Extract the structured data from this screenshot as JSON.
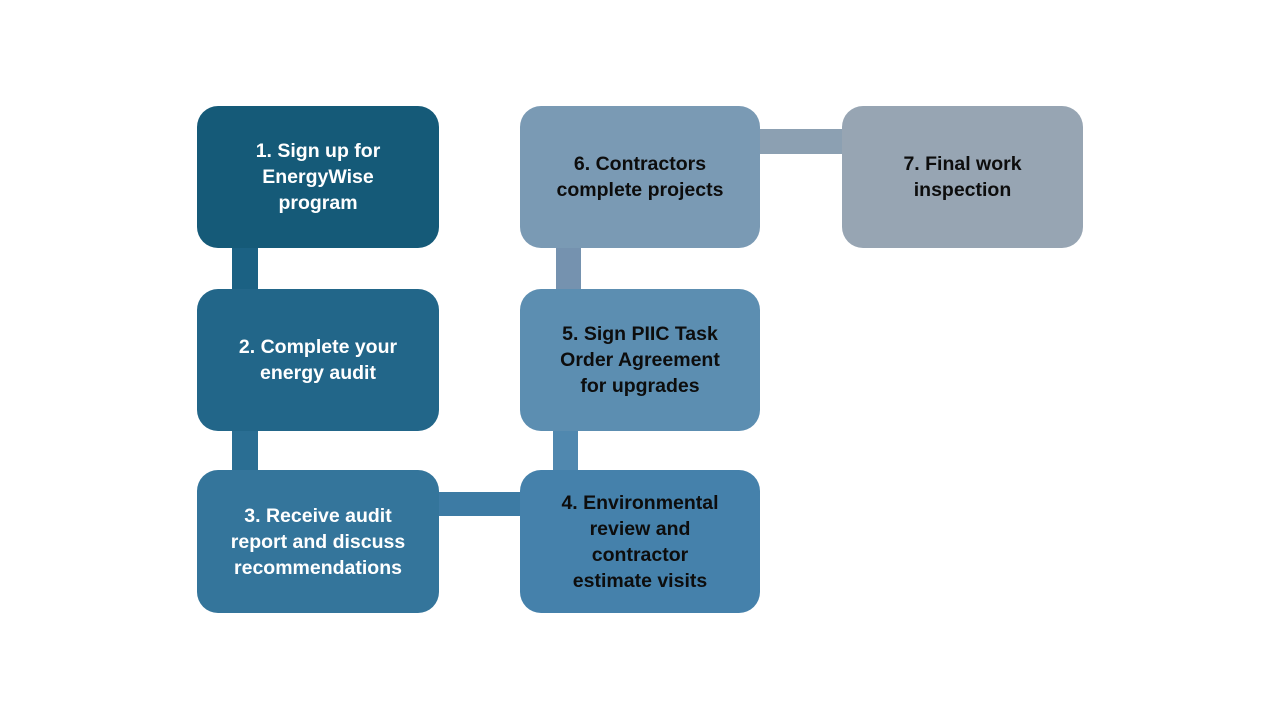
{
  "canvas": {
    "background": "#ffffff"
  },
  "diagram": {
    "type": "process-flow",
    "steps": [
      {
        "label": "1. Sign up for EnergyWise program",
        "bg": "#155a78",
        "text_color": "#ffffff"
      },
      {
        "label": "2. Complete your energy audit",
        "bg": "#226689",
        "text_color": "#ffffff"
      },
      {
        "label": "3. Receive audit report and discuss recommendations",
        "bg": "#34759b",
        "text_color": "#ffffff"
      },
      {
        "label": "4. Environmental review and contractor estimate visits",
        "bg": "#4581ab",
        "text_color": "#0d0d0d"
      },
      {
        "label": "5. Sign PIIC Task Order Agreement for upgrades",
        "bg": "#5c8eb1",
        "text_color": "#0d0d0d"
      },
      {
        "label": "6. Contractors complete projects",
        "bg": "#7a9ab4",
        "text_color": "#0d0d0d"
      },
      {
        "label": "7. Final work inspection",
        "bg": "#97a5b3",
        "text_color": "#0d0d0d"
      }
    ],
    "connectors": [
      {
        "from": 1,
        "to": 2,
        "orientation": "vertical",
        "color": "#1b6183"
      },
      {
        "from": 2,
        "to": 3,
        "orientation": "vertical",
        "color": "#2a6e93"
      },
      {
        "from": 3,
        "to": 4,
        "orientation": "horizontal",
        "color": "#3d7ba4"
      },
      {
        "from": 4,
        "to": 5,
        "orientation": "vertical",
        "color": "#5088af"
      },
      {
        "from": 5,
        "to": 6,
        "orientation": "vertical",
        "color": "#7592af"
      },
      {
        "from": 6,
        "to": 7,
        "orientation": "horizontal",
        "color": "#8ca0b2"
      }
    ]
  }
}
